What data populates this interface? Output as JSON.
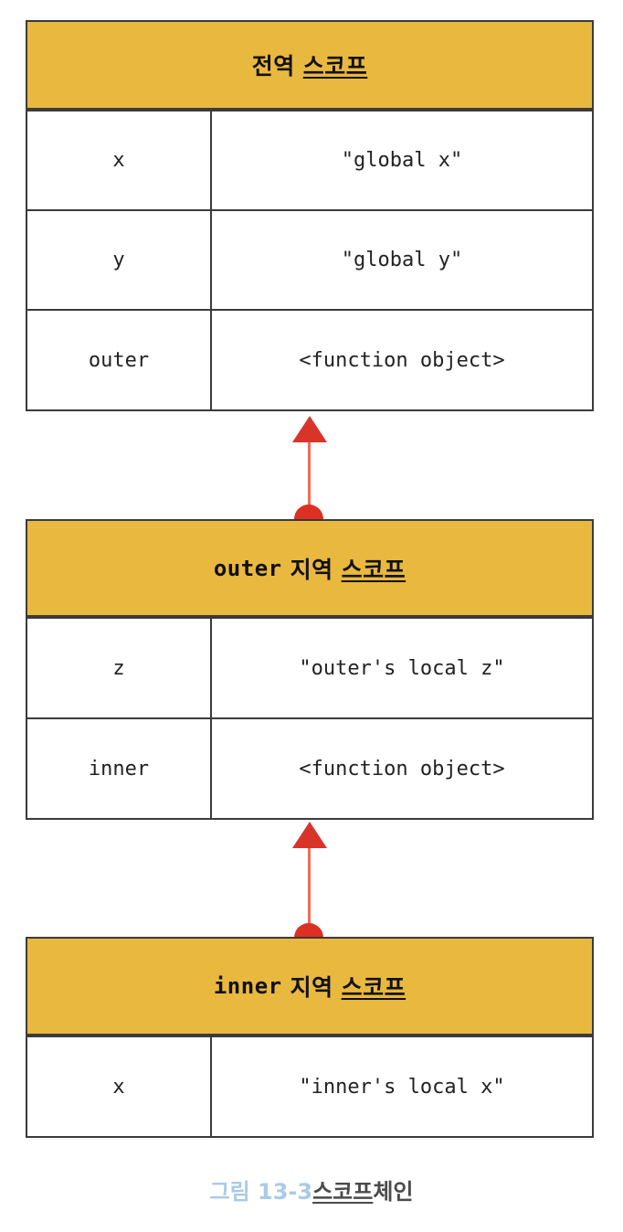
{
  "figure": {
    "caption": {
      "figure_number": "그림 13-3",
      "title_underlined": "스코프",
      "title_rest": "체인",
      "full_text": "그림 13-3 스코프 체인",
      "number_color": "#a9cbe7",
      "text_color": "#4a4a4a"
    },
    "colors": {
      "header_background": "#e9b83f",
      "border": "#3b3b3b",
      "arrow": "#d9342a",
      "dot": "#dd2f22",
      "cell_background": "#ffffff"
    },
    "scopes": [
      {
        "id": "global-scope",
        "header": {
          "mono_prefix": "",
          "plain_text": "전역",
          "underlined_text": "스코프"
        },
        "rows": [
          {
            "name": "x",
            "value": "\"global x\""
          },
          {
            "name": "y",
            "value": "\"global y\""
          },
          {
            "name": "outer",
            "value": "<function object>"
          }
        ]
      },
      {
        "id": "outer-local-scope",
        "header": {
          "mono_prefix": "outer",
          "plain_text": "지역",
          "underlined_text": "스코프"
        },
        "rows": [
          {
            "name": "z",
            "value": "\"outer's local z\""
          },
          {
            "name": "inner",
            "value": "<function object>"
          }
        ]
      },
      {
        "id": "inner-local-scope",
        "header": {
          "mono_prefix": "inner",
          "plain_text": "지역",
          "underlined_text": "스코프"
        },
        "rows": [
          {
            "name": "x",
            "value": "\"inner's local x\""
          }
        ]
      }
    ],
    "connectors": [
      {
        "id": "outer-to-global",
        "from": "outer-local-scope",
        "to": "global-scope",
        "direction": "up"
      },
      {
        "id": "inner-to-outer",
        "from": "inner-local-scope",
        "to": "outer-local-scope",
        "direction": "up"
      }
    ]
  }
}
